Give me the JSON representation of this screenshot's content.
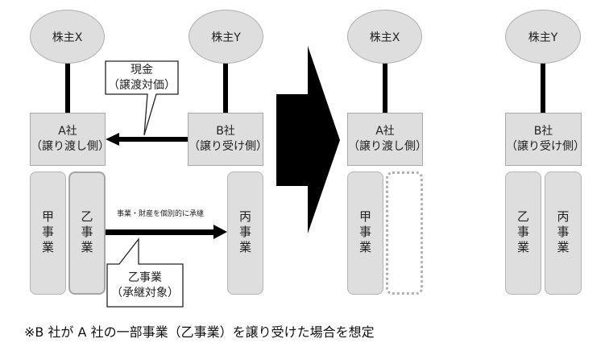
{
  "before": {
    "shareholder_x": "株主X",
    "shareholder_y": "株主Y",
    "company_a": {
      "name": "A社",
      "role": "（譲り渡し側）"
    },
    "company_b": {
      "name": "B社",
      "role": "（譲り受け側）"
    },
    "business_ko": "甲事業",
    "business_otsu": "乙事業",
    "business_hei": "丙事業",
    "cash_callout": {
      "line1": "現金",
      "line2": "（譲渡対価）"
    },
    "transfer_label": "事業・財産を個別的に承継",
    "target_callout": {
      "line1": "乙事業",
      "line2": "（承継対象）"
    }
  },
  "after": {
    "shareholder_x": "株主X",
    "shareholder_y": "株主Y",
    "company_a": {
      "name": "A社",
      "role": "（譲り渡し側）"
    },
    "company_b": {
      "name": "B社",
      "role": "（譲り受け側）"
    },
    "a_business_ko": "甲事業",
    "b_business_otsu": "乙事業",
    "b_business_hei": "丙事業"
  },
  "footnote": "※B 社が A 社の一部事業（乙事業）を譲り受けた場合を想定",
  "colors": {
    "box_fill": "#dedede",
    "arrow": "#000000"
  }
}
